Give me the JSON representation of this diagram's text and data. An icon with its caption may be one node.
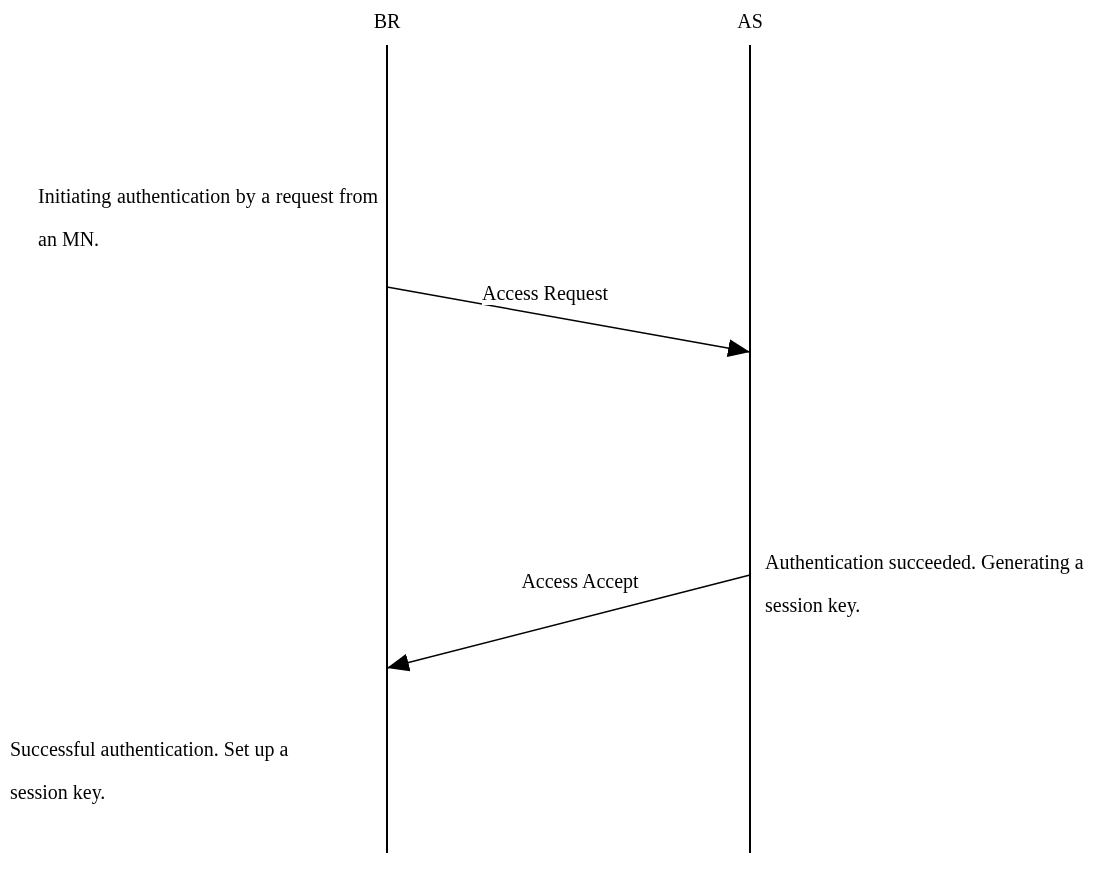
{
  "diagram": {
    "nodes": [
      {
        "text": [
          "BR"
        ]
      },
      {
        "text": [
          "AS"
        ]
      }
    ],
    "edges": [
      {
        "from": 0,
        "to": 1,
        "arrow": "to",
        "label": "Access Request"
      },
      {
        "from": 1,
        "to": 0,
        "arrow": "to",
        "label": "Access Accept"
      }
    ],
    "labels": [
      "Initiating authentication by a request from an MN.",
      "Authentication succeeded. Generating a session key.",
      "Successful authentication. Set up a session key."
    ]
  }
}
